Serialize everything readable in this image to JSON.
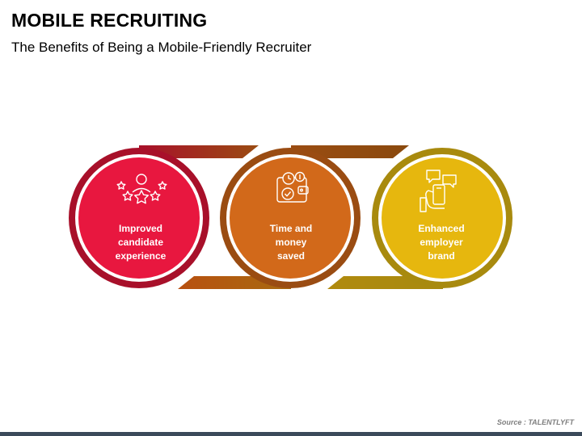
{
  "header": {
    "title": "MOBILE RECRUITING",
    "subtitle": "The Benefits of Being a Mobile-Friendly Recruiter"
  },
  "items": [
    {
      "label": "Improved candidate experience",
      "lines": [
        "Improved",
        "candidate",
        "experience"
      ],
      "icon": "user-rating-stars-icon",
      "color": "#E8173F",
      "ring_color": "#A8102A"
    },
    {
      "label": "Time and money saved",
      "lines": [
        "Time and",
        "money",
        "saved"
      ],
      "icon": "wallet-clock-icon",
      "color": "#D2691A",
      "ring_color": "#9A4C12"
    },
    {
      "label": "Enhanced employer brand",
      "lines": [
        "Enhanced",
        "employer",
        "brand"
      ],
      "icon": "hand-phone-chat-icon",
      "color": "#E6B70E",
      "ring_color": "#A88A0E"
    }
  ],
  "footer": {
    "source": "Source : TALENTLYFT"
  }
}
